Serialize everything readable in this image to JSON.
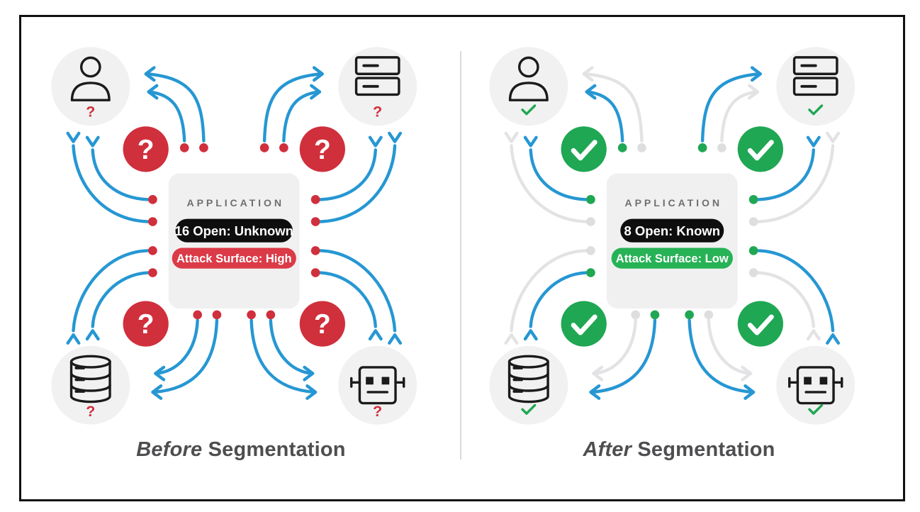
{
  "colors": {
    "blue": "#2697D3",
    "red": "#D02F3C",
    "red_pill": "#DB3A47",
    "green": "#1FA753",
    "green_pill": "#27B256",
    "gray_arrow": "#E3E3E5",
    "gray_dot": "#DEDEDF",
    "node_bg": "#F1F1F2",
    "app_box_bg": "#F0F0F1",
    "black_pill": "#0E0E0E",
    "icon_stroke": "#1B1B1B",
    "app_label_text": "#6F6F71",
    "caption_text": "#4E4E50",
    "divider": "#D9D9DB",
    "frame_border": "#101010"
  },
  "panels": [
    {
      "id": "before",
      "caption_emphasis": "Before",
      "caption_rest": "Segmentation",
      "app_label": "APPLICATION",
      "open_badge": "16 Open: Unknown",
      "surface_badge": "Attack Surface: High",
      "badge_glyph": "?",
      "node_status_glyph": "?",
      "status_icon": "question-mark",
      "open_port_count": 16,
      "nodes": [
        "user-icon",
        "server-icon",
        "database-icon",
        "robot-icon"
      ]
    },
    {
      "id": "after",
      "caption_emphasis": "After",
      "caption_rest": "Segmentation",
      "app_label": "APPLICATION",
      "open_badge": "8 Open: Known",
      "surface_badge": "Attack Surface: Low",
      "badge_glyph": "✓",
      "node_status_glyph": "✓",
      "status_icon": "checkmark",
      "open_port_count": 8,
      "nodes": [
        "user-icon",
        "server-icon",
        "database-icon",
        "robot-icon"
      ]
    }
  ]
}
